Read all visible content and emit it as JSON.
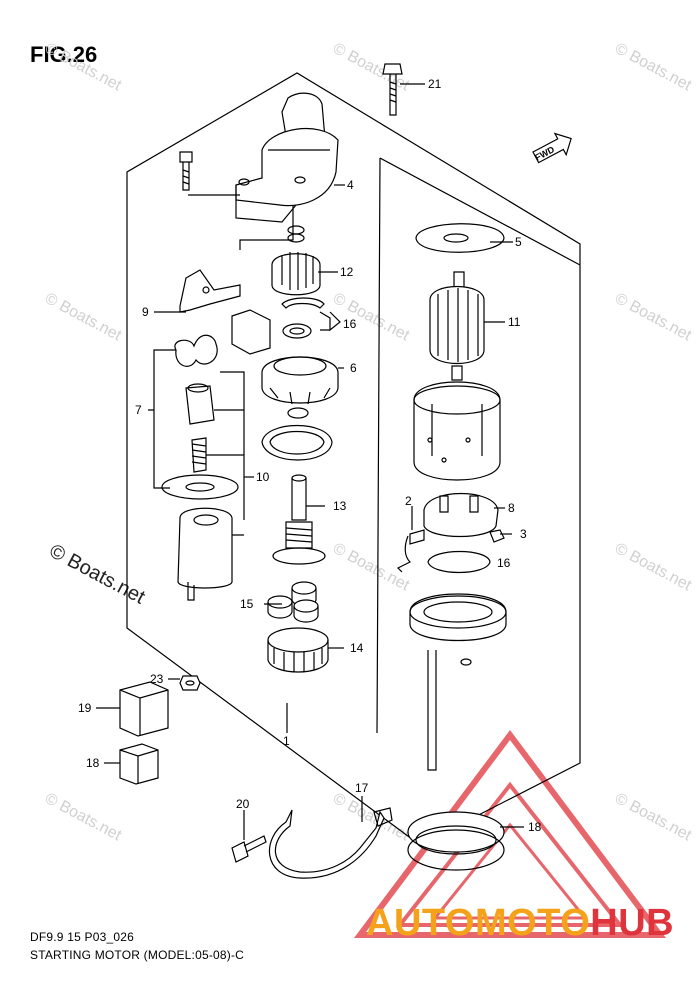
{
  "figure": {
    "title": "FIG.26"
  },
  "footer": {
    "code": "DF9.9 15 P03_026",
    "caption": "STARTING MOTOR (MODEL:05-08)-C"
  },
  "direction_label": "FWD",
  "watermarks": {
    "small": "© Boats.net",
    "large": "© Boats.net"
  },
  "brand": {
    "part1": "AUTOMOTO",
    "part2": "HUB",
    "color1": "#f4a21a",
    "color2": "#e0343c"
  },
  "callouts": [
    "1",
    "2",
    "3",
    "4",
    "5",
    "6",
    "7",
    "8",
    "9",
    "10",
    "11",
    "12",
    "13",
    "14",
    "15",
    "16",
    "16",
    "17",
    "18",
    "19",
    "20",
    "21",
    "22",
    "23"
  ],
  "colors": {
    "line": "#000000",
    "watermark": "#d0d0d0",
    "logo_triangle": "#e0343c"
  }
}
